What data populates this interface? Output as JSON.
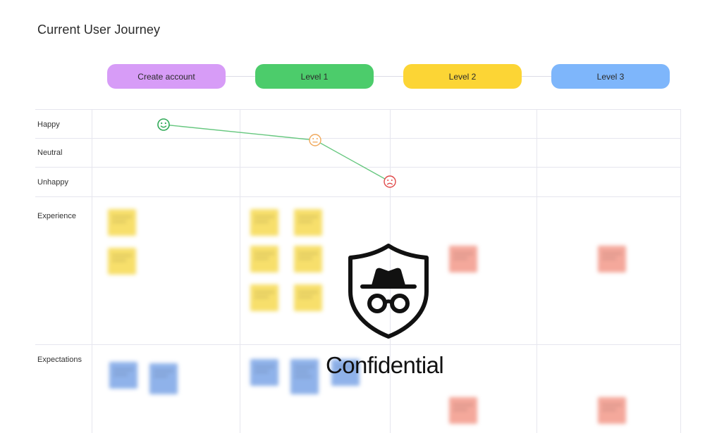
{
  "page": {
    "title": "Current User Journey"
  },
  "stages": [
    {
      "label": "Create account",
      "color": "#d79cf7"
    },
    {
      "label": "Level 1",
      "color": "#4ccc6b"
    },
    {
      "label": "Level 2",
      "color": "#fcd535"
    },
    {
      "label": "Level 3",
      "color": "#7eb6fb"
    }
  ],
  "rows": {
    "happy": "Happy",
    "neutral": "Neutral",
    "unhappy": "Unhappy",
    "experience": "Experience",
    "expectations": "Expectations"
  },
  "mood_track": {
    "line_color": "#66c77f",
    "points": [
      {
        "stage": "Create account",
        "mood": "Happy",
        "icon": "happy-face-icon",
        "color": "#2fa957"
      },
      {
        "stage": "Level 1",
        "mood": "Neutral",
        "icon": "neutral-face-icon",
        "color": "#f0a85a"
      },
      {
        "stage": "Level 2",
        "mood": "Unhappy",
        "icon": "sad-face-icon",
        "color": "#e04848"
      }
    ]
  },
  "overlay": {
    "label": "Confidential",
    "icon": "incognito-shield-icon"
  }
}
